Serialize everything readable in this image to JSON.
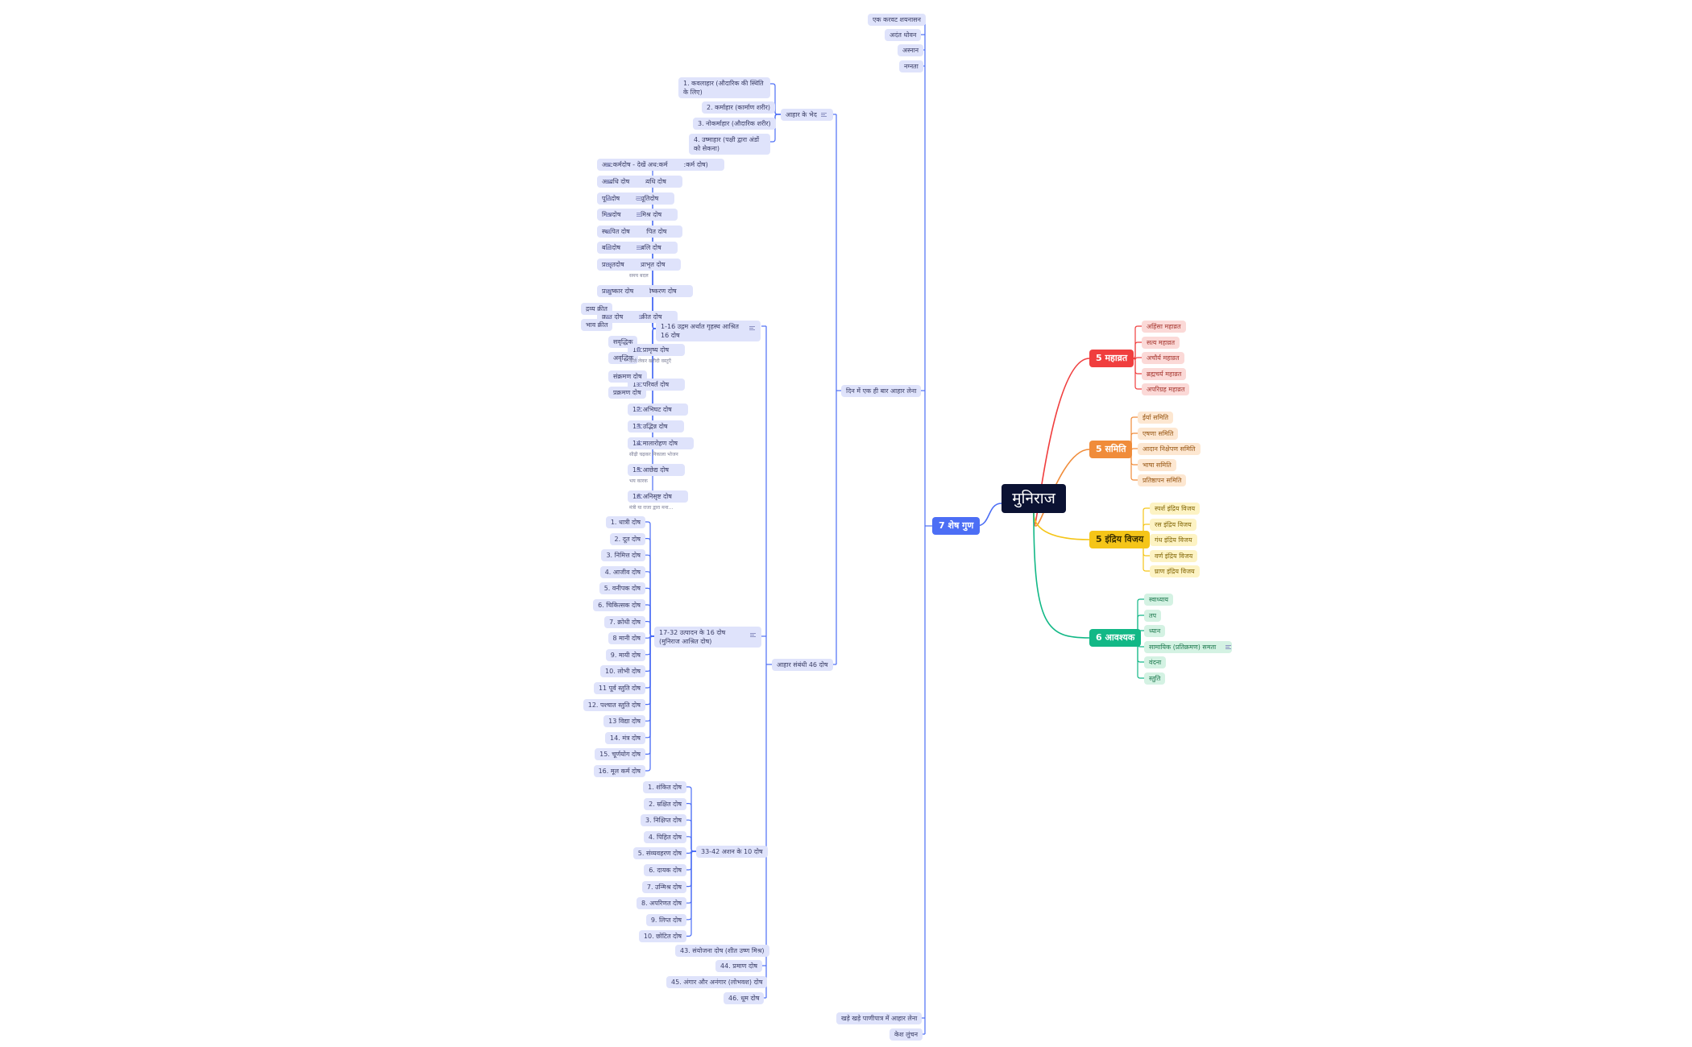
{
  "center": {
    "label": "मुनिराज"
  },
  "categories": [
    {
      "key": "mahavrat",
      "label": "5 महाव्रत",
      "color": "#f03e3e",
      "items": [
        "अहिंसा महाव्रत",
        "सत्य महाव्रत",
        "अचौर्य महाव्रत",
        "ब्रह्मचर्य महाव्रत",
        "अपरिग्रह महाव्रत"
      ]
    },
    {
      "key": "samiti",
      "label": "5 समिति",
      "color": "#f08c3a",
      "items": [
        "ईर्या समिति",
        "एषणा समिति",
        "आदान निक्षेपण समिति",
        "भाषा समिति",
        "प्रतिष्ठापन समिति"
      ]
    },
    {
      "key": "indriya",
      "label": "5 इंद्रिय विजय",
      "color": "#f5c518",
      "items": [
        "स्पर्श इंद्रिय विजय",
        "रस इंद्रिय विजय",
        "गंध इंद्रिय विजय",
        "वर्ण इंद्रिय विजय",
        "घ्राण इंद्रिय विजय"
      ]
    },
    {
      "key": "avashyak",
      "label": "6 आवश्यक",
      "color": "#12b886",
      "items": [
        "स्वाध्याय",
        "तप",
        "ध्यान",
        "सामायिक (प्रतिक्रमण) समता",
        "वंदना",
        "स्तुति"
      ]
    },
    {
      "key": "shesh",
      "label": "7 शेष गुण",
      "color": "#4c6ef5"
    }
  ],
  "shesh_items": {
    "top": [
      "एक करवट शयनासन",
      "अदंत धोवन",
      "अस्नान",
      "नग्नता"
    ],
    "ahar_ek": "दिन में एक ही बार आहार लेना",
    "khade": "खड़े खड़े पाणीपात्र में आहार लेना",
    "kesh": "केश लुंचन"
  },
  "ahar_bhed": {
    "label": "आहार के भेद",
    "items": [
      "1. कवलाहार (औदारिक की स्थिति के लिए)",
      "2. कर्माहार (कार्माण शरीर)",
      "3. नोकर्माहार (औदारिक शरीर)",
      "4. उष्माहार (पक्षी द्वारा अंडों को सेकना)"
    ]
  },
  "dosh46": {
    "label": "आहार संबंधी 46 दोष"
  },
  "udgam": {
    "label": "1-16 उद्गम अर्थात गृहस्थ आश्रित 16 दोष",
    "items": [
      {
        "label": "1 औद्देशिक दोष (अध:कर्म दोष)",
        "child": "अध:कर्मदोष - देखें अध:कर्म"
      },
      {
        "label": "2 अध्यधि दोष",
        "child": "अध्यधि दोष"
      },
      {
        "label": "3. पूतिदोष",
        "child": "पूतिदोष"
      },
      {
        "label": "4. मिश्र दोष",
        "child": "मिश्रदोष"
      },
      {
        "label": "5 स्थापित दोष",
        "child": "स्थापित दोष"
      },
      {
        "label": "6. बलि दोष",
        "child": "बलिदोष"
      },
      {
        "label": "7. प्राभृत दोष",
        "child": "प्राभृतदोष",
        "sub": "समय बदल"
      },
      {
        "label": "8. प्राविष्करण दोष",
        "child": "प्राद्युष्कार दोष"
      },
      {
        "label": "9. क्रीत दोष",
        "child": "क्रीत दोष",
        "grand": [
          "द्रव्य क्रीत",
          "भाव क्रीत"
        ]
      },
      {
        "label": "10 प्रामृष्य दोष",
        "grand": [
          "सवृद्धिक",
          "अवृद्धिक"
        ],
        "sub": "कर्ज लेकर खरीदी वस्तुएँ"
      },
      {
        "label": "11 परिवर्त दोष",
        "grand": [
          "संक्रमण दोष",
          "प्रक्रमण दोष"
        ]
      },
      {
        "label": "12 अभिघट दोष"
      },
      {
        "label": "13 उद्भिन्न दोष"
      },
      {
        "label": "14 मालारोहण दोष",
        "sub": "सीढ़ी चढ़कर निकाला भोजन"
      },
      {
        "label": "15 आछेद्य दोष",
        "sub": "भय कारक"
      },
      {
        "label": "16 अनिसृष्ट दोष",
        "sub": "मंत्री या राजा द्वारा मना..."
      }
    ]
  },
  "utpadan": {
    "label": "17-32 उत्पादन के 16 दोष (मुनिराज आश्रित दोष)",
    "items": [
      "1. धात्री दोष",
      "2. दूत दोष",
      "3. निमित्त दोष",
      "4. आजीव दोष",
      "5. वनीपक दोष",
      "6. चिकित्सक दोष",
      "7. क्रोधी दोष",
      "8 मानी दोष",
      "9. मायी दोष",
      "10. लोभी दोष",
      "11 पूर्व स्तुति दोष",
      "12. पश्चात स्तुति दोष",
      "13 विद्या दोष",
      "14. मंत्र दोष",
      "15. चूर्णयोग दोष",
      "16. मूल कर्म दोष"
    ]
  },
  "ashan": {
    "label": "33-42 अशन के 10 दोष",
    "items": [
      "1. शंकित दोष",
      "2. म्रक्षित दोष",
      "3. निक्षिप्त दोष",
      "4. पिहित दोष",
      "5. संव्यवहरण दोष",
      "6. दायक दोष",
      "7. उन्मिश्र दोष",
      "8. अपरिणत दोष",
      "9. लिप्त दोष",
      "10. छोटित दोष"
    ]
  },
  "extra": [
    "43. संयोजना दोष (शीत उष्ण मिश्र)",
    "44. प्रमाण दोष",
    "45. अंगार और अनंगार (लोभवश) दोष",
    "46. धूम दोष"
  ]
}
